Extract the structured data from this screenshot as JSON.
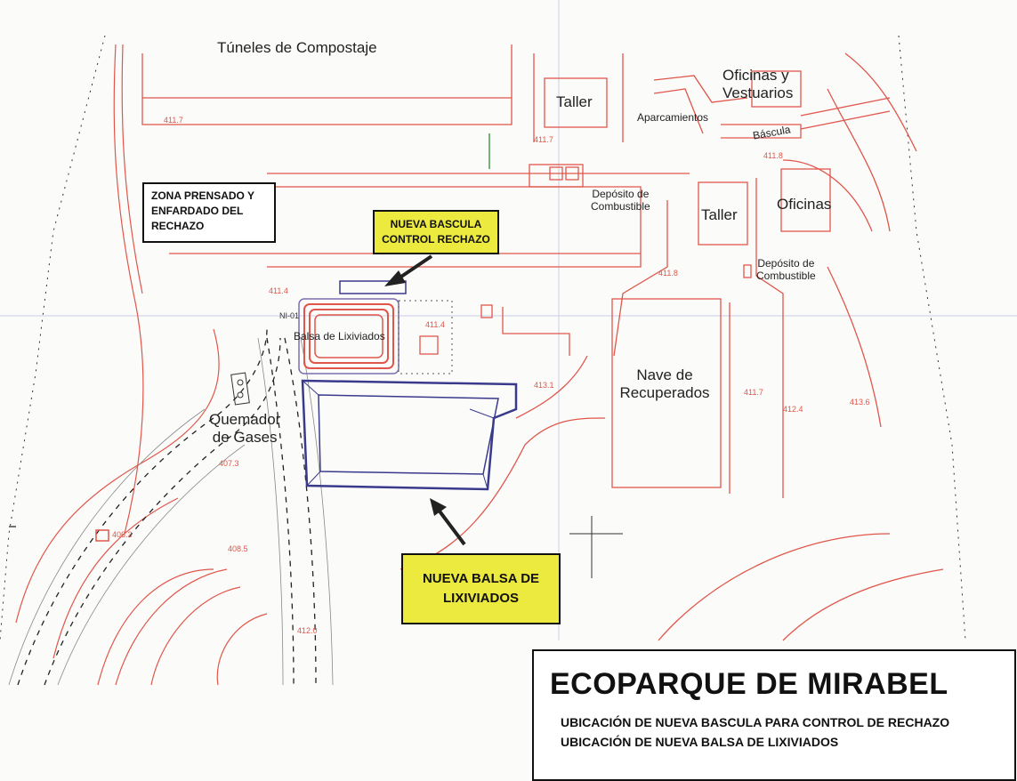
{
  "map_labels": {
    "tuneles": "Túneles de Compostaje",
    "taller_top": "Taller",
    "oficinas_vestuarios_1": "Oficinas y",
    "oficinas_vestuarios_2": "Vestuarios",
    "aparcamientos": "Aparcamientos",
    "bascula": "Báscula",
    "deposito_1_a": "Depósito de",
    "deposito_1_b": "Combustible",
    "taller_mid": "Taller",
    "oficinas": "Oficinas",
    "deposito_2_a": "Depósito de",
    "deposito_2_b": "Combustible",
    "balsa_lixiviados": "Balsa de Lixiviados",
    "nave_1": "Nave de",
    "nave_2": "Recuperados",
    "quemador_1": "Quemador",
    "quemador_2": "de Gases"
  },
  "elevations": {
    "e1": "411.7",
    "e2": "411.7",
    "e3": "411.8",
    "e4": "411.8",
    "e5": "411.4",
    "e6": "411.4",
    "e7": "413.1",
    "e8": "411.7",
    "e9": "412.4",
    "e10": "413.6",
    "e11": "407.3",
    "e12": "408.5",
    "e13": "412.0",
    "e14": "406.3",
    "e15": "NI-01"
  },
  "callouts": {
    "zona_prensado": [
      "ZONA PRENSADO Y",
      "ENFARDADO DEL",
      "RECHAZO"
    ],
    "nueva_bascula": [
      "NUEVA BASCULA",
      "CONTROL RECHAZO"
    ],
    "nueva_balsa": [
      "NUEVA BALSA DE",
      "LIXIVIADOS"
    ]
  },
  "title_block": {
    "title": "ECOPARQUE DE MIRABEL",
    "line1": "UBICACIÓN DE NUEVA BASCULA PARA CONTROL DE RECHAZO",
    "line2": "UBICACIÓN DE NUEVA BALSA DE LIXIVIADOS"
  },
  "colors": {
    "plan_lines": "#e0564a",
    "pond_outline": "#3a3a8c",
    "callout_yellow": "#ecea3e",
    "outline": "#111111"
  }
}
